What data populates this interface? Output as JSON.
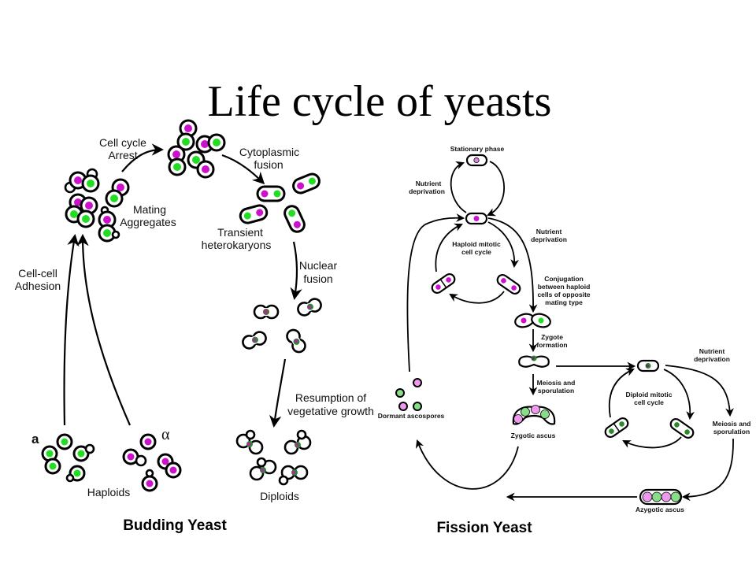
{
  "title": "Life cycle of yeasts",
  "colors": {
    "nucleus_a": "#22dd22",
    "nucleus_alpha": "#cc11cc",
    "spore_pink": "#ee99ee",
    "spore_green": "#88dd88",
    "diploid_nucleus": "#663366",
    "line": "#000000",
    "background": "#ffffff"
  },
  "budding": {
    "section_label": "Budding Yeast",
    "labels": {
      "cell_cycle_arrest_1": "Cell cycle",
      "cell_cycle_arrest_2": "Arrest",
      "cytoplasmic_fusion_1": "Cytoplasmic",
      "cytoplasmic_fusion_2": "fusion",
      "mating_aggregates_1": "Mating",
      "mating_aggregates_2": "Aggregates",
      "transient_heterokaryons_1": "Transient",
      "transient_heterokaryons_2": "heterokaryons",
      "cell_cell_adhesion_1": "Cell-cell",
      "cell_cell_adhesion_2": "Adhesion",
      "nuclear_fusion_1": "Nuclear",
      "nuclear_fusion_2": "fusion",
      "resumption_1": "Resumption of",
      "resumption_2": "vegetative growth",
      "haploids": "Haploids",
      "diploids": "Diploids",
      "mating_type_a": "a",
      "mating_type_alpha": "α"
    }
  },
  "fission": {
    "section_label": "Fission Yeast",
    "labels": {
      "stationary_phase": "Stationary phase",
      "nutrient_deprivation_left_1": "Nutrient",
      "nutrient_deprivation_left_2": "deprivation",
      "nutrient_deprivation_right_1": "Nutrient",
      "nutrient_deprivation_right_2": "deprivation",
      "haploid_mitotic_1": "Haploid mitotic",
      "haploid_mitotic_2": "cell cycle",
      "conjugation_1": "Conjugation",
      "conjugation_2": "between haploid",
      "conjugation_3": "cells of opposite",
      "conjugation_4": "mating type",
      "zygote_formation_1": "Zygote",
      "zygote_formation_2": "formation",
      "meiosis_sporulation_1": "Meiosis and",
      "meiosis_sporulation_2": "sporulation",
      "zygotic_ascus": "Zygotic ascus",
      "dormant_ascospores": "Dormant ascospores",
      "nutrient_deprivation_diploid_1": "Nutrient",
      "nutrient_deprivation_diploid_2": "deprivation",
      "diploid_mitotic_1": "Diploid mitotic",
      "diploid_mitotic_2": "cell cycle",
      "meiosis_sporulation_diploid_1": "Meiosis and",
      "meiosis_sporulation_diploid_2": "sporulation",
      "azygotic_ascus": "Azygotic ascus"
    }
  }
}
